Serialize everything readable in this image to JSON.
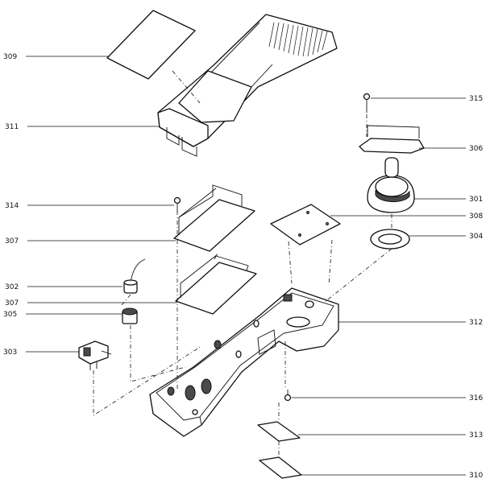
{
  "callouts": [
    {
      "id": "309",
      "text": "309"
    },
    {
      "id": "311",
      "text": "311"
    },
    {
      "id": "314",
      "text": "314"
    },
    {
      "id": "307a",
      "text": "307"
    },
    {
      "id": "302",
      "text": "302"
    },
    {
      "id": "307b",
      "text": "307"
    },
    {
      "id": "305",
      "text": "305"
    },
    {
      "id": "303",
      "text": "303"
    },
    {
      "id": "315",
      "text": "315"
    },
    {
      "id": "306",
      "text": "306"
    },
    {
      "id": "301",
      "text": "301"
    },
    {
      "id": "308",
      "text": "308"
    },
    {
      "id": "304",
      "text": "304"
    },
    {
      "id": "312",
      "text": "312"
    },
    {
      "id": "316",
      "text": "316"
    },
    {
      "id": "313",
      "text": "313"
    },
    {
      "id": "310",
      "text": "310"
    }
  ]
}
